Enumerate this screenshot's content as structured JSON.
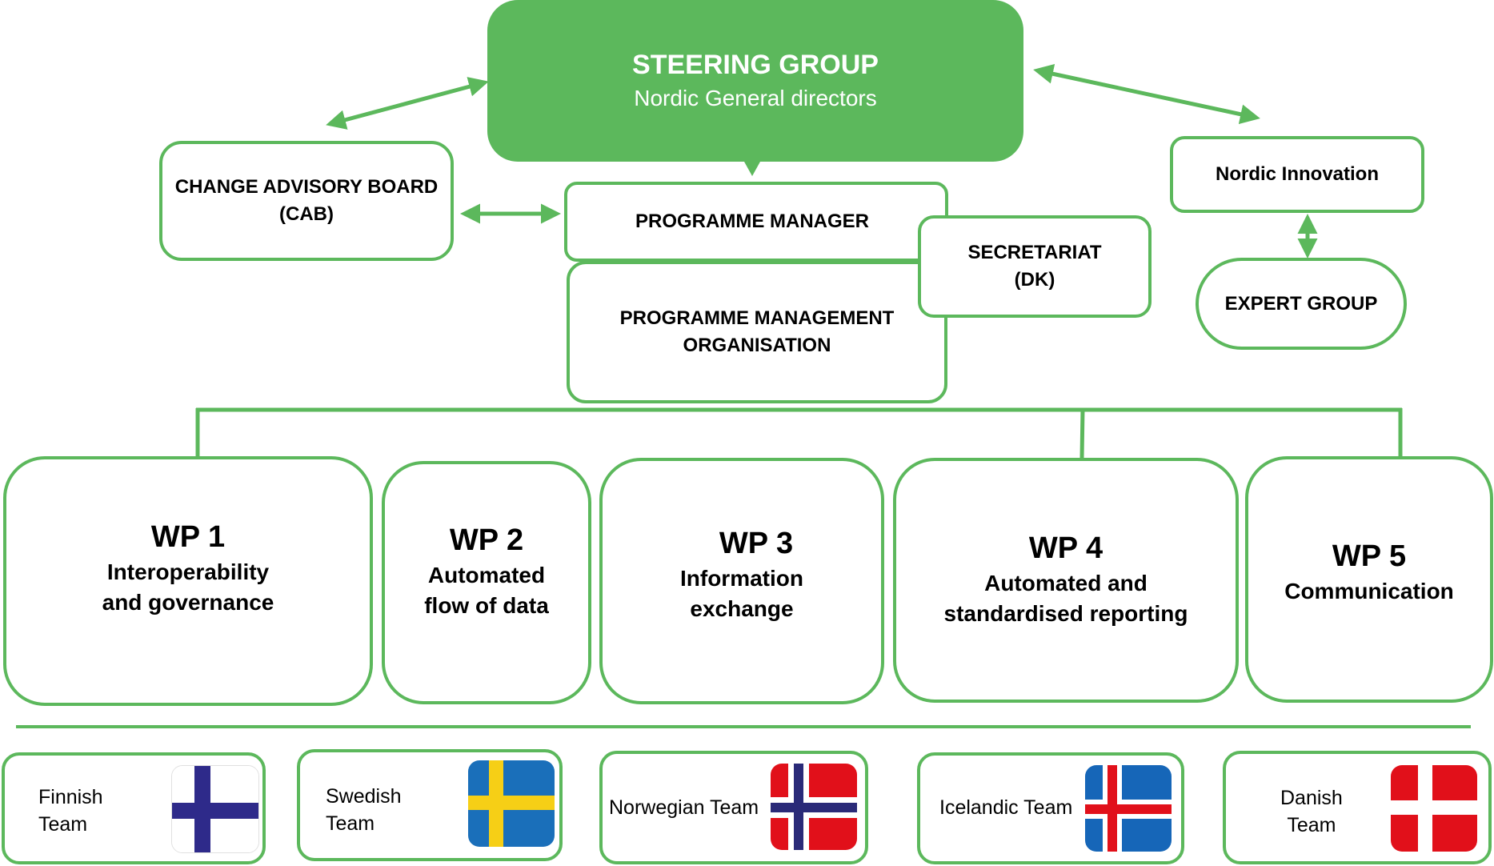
{
  "colors": {
    "accent": "#5cb85c",
    "text": "#000000"
  },
  "steering": {
    "title": "STEERING GROUP",
    "subtitle": "Nordic General directors"
  },
  "cab": {
    "line1": "CHANGE ADVISORY BOARD",
    "line2": "(CAB)"
  },
  "programme_manager": {
    "label": "PROGRAMME MANAGER"
  },
  "pmo": {
    "line1": "PROGRAMME MANAGEMENT",
    "line2": "ORGANISATION"
  },
  "secretariat": {
    "line1": "SECRETARIAT",
    "line2": "(DK)"
  },
  "nordic_innovation": {
    "label": "Nordic Innovation"
  },
  "expert_group": {
    "label": "EXPERT GROUP"
  },
  "work_packages": [
    {
      "title": "WP 1",
      "line1": "Interoperability",
      "line2": "and governance"
    },
    {
      "title": "WP 2",
      "line1": "Automated",
      "line2": "flow of data"
    },
    {
      "title": "WP 3",
      "line1": "Information",
      "line2": "exchange"
    },
    {
      "title": "WP 4",
      "line1": "Automated and",
      "line2": "standardised reporting"
    },
    {
      "title": "WP 5",
      "line1": "Communication",
      "line2": ""
    }
  ],
  "teams": [
    {
      "line1": "Finnish",
      "line2": "Team",
      "flag": "finland-flag"
    },
    {
      "line1": "Swedish",
      "line2": "Team",
      "flag": "sweden-flag"
    },
    {
      "line1": "Norwegian Team",
      "line2": "",
      "flag": "norway-flag"
    },
    {
      "line1": "Icelandic Team",
      "line2": "",
      "flag": "iceland-flag"
    },
    {
      "line1": "Danish",
      "line2": "Team",
      "flag": "denmark-flag"
    }
  ]
}
